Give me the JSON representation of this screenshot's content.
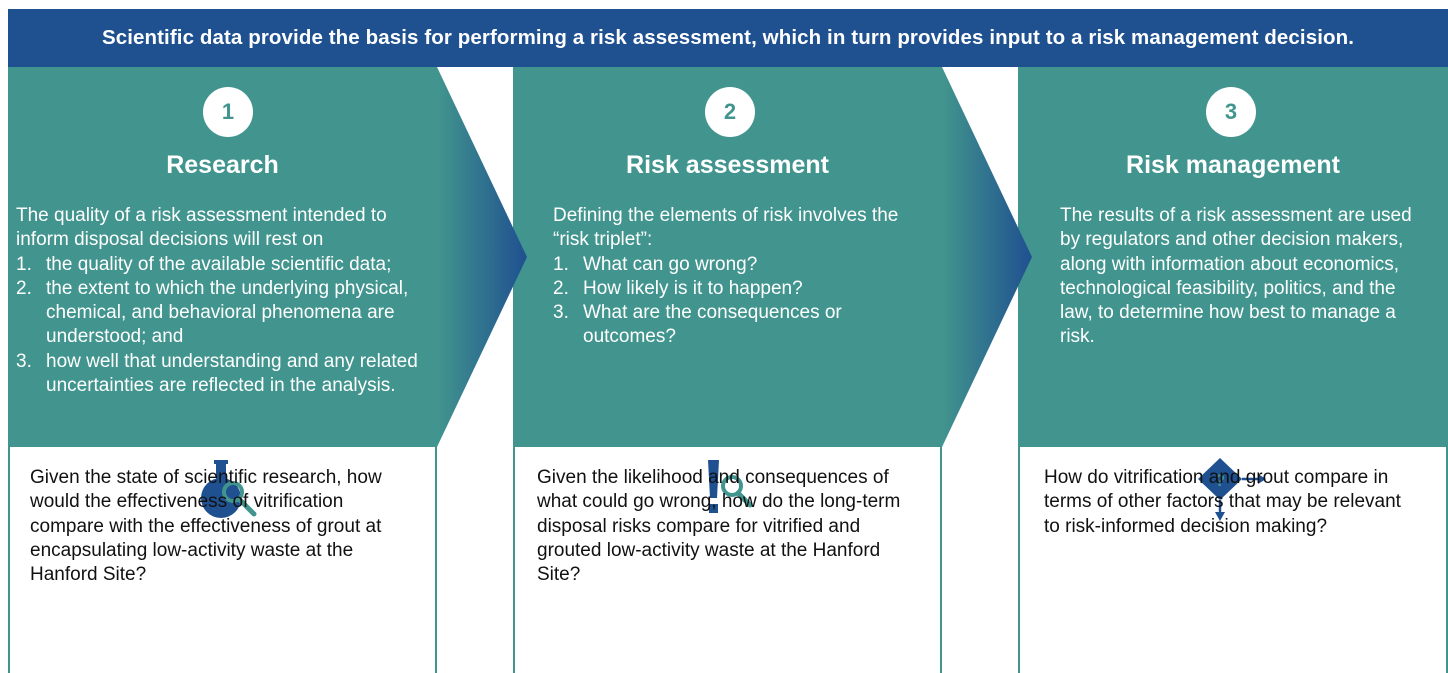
{
  "banner": "Scientific data provide the basis for performing a risk assessment, which in turn provides input to a risk management decision.",
  "colors": {
    "banner": "#1f5090",
    "teal": "#42958e",
    "icon_blue": "#1f5090",
    "text_dark": "#111111"
  },
  "steps": [
    {
      "number": "1",
      "title": "Research",
      "intro": "The quality of a risk assessment intended to inform disposal decisions will rest on",
      "items": [
        {
          "n": "1.",
          "text": "the quality of the available scientific data;"
        },
        {
          "n": "2.",
          "text": "the extent to which the underlying physical, chemical, and behavioral phenomena are understood; and"
        },
        {
          "n": "3.",
          "text": "how well that understanding and any related uncertainties are reflected in the analysis."
        }
      ],
      "icon": "flask-magnifier-icon",
      "question": "Given the state of scientific research, how would the effectiveness of vitrification compare with the effectiveness of grout at encapsulating low-activity waste at the Hanford Site?"
    },
    {
      "number": "2",
      "title": "Risk assessment",
      "intro": "Defining the elements of risk involves the “risk triplet”:",
      "items": [
        {
          "n": "1.",
          "text": "What can go wrong?"
        },
        {
          "n": "2.",
          "text": "How likely is it to happen?"
        },
        {
          "n": "3.",
          "text": "What are the consequences or outcomes?"
        }
      ],
      "icon": "exclamation-magnifier-icon",
      "question": "Given the likelihood and consequences of what could go wrong, how do the long-term disposal risks compare for vitrified and grouted low-activity waste at the Hanford Site?"
    },
    {
      "number": "3",
      "title": "Risk management",
      "intro": "The results of a risk assessment are used by regulators and other decision makers, along with information about economics, technological feasibility, politics, and the law, to determine how best to manage a risk.",
      "icon": "decision-diamond-icon",
      "question": "How do vitrification and grout compare in terms of other factors that may be relevant to risk-informed decision making?"
    }
  ]
}
